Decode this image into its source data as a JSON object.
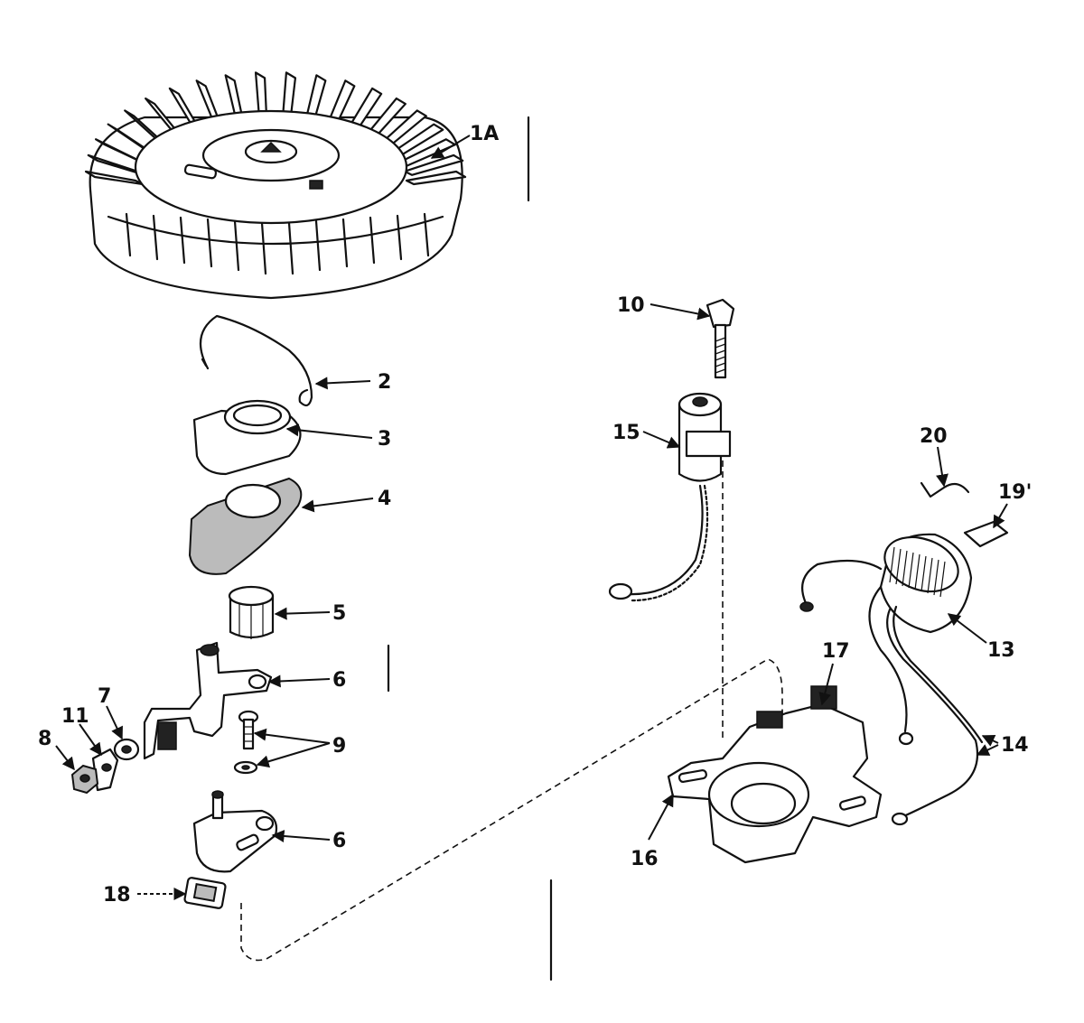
{
  "diagram": {
    "part_labels": [
      {
        "id": "flywheel",
        "text": "1A"
      },
      {
        "id": "spring",
        "text": "2"
      },
      {
        "id": "cover",
        "text": "3"
      },
      {
        "id": "felt",
        "text": "4"
      },
      {
        "id": "bushing",
        "text": "5"
      },
      {
        "id": "arm-upper",
        "text": "6"
      },
      {
        "id": "arm-lower",
        "text": "6"
      },
      {
        "id": "washer-7",
        "text": "7"
      },
      {
        "id": "nut-8",
        "text": "8"
      },
      {
        "id": "screw-9",
        "text": "9"
      },
      {
        "id": "screw-10",
        "text": "10"
      },
      {
        "id": "clip-11",
        "text": "11"
      },
      {
        "id": "coil-13",
        "text": "13"
      },
      {
        "id": "lead-14",
        "text": "14"
      },
      {
        "id": "condenser-15",
        "text": "15"
      },
      {
        "id": "bracket-16",
        "text": "16"
      },
      {
        "id": "base-17",
        "text": "17"
      },
      {
        "id": "gasket-18",
        "text": "18"
      },
      {
        "id": "clip-19",
        "text": "19'"
      },
      {
        "id": "spring-20",
        "text": "20"
      }
    ]
  }
}
